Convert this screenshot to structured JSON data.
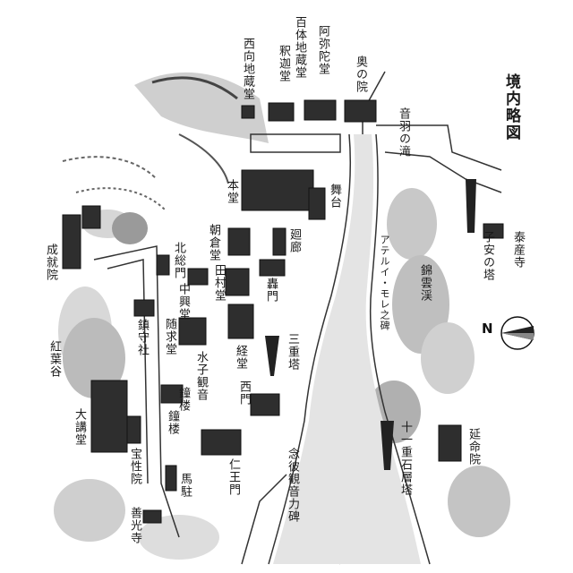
{
  "title": "境内略図",
  "compass": {
    "north_label": "N"
  },
  "labels": {
    "hyakutai_jizodo": "百体地蔵堂",
    "amidado": "阿弥陀堂",
    "shakado": "釈迦堂",
    "nishimuki_jizodo": "西向地蔵堂",
    "okunoin": "奥の院",
    "otowa_no_taki": "音羽の滝",
    "hondo": "本堂",
    "butai": "舞台",
    "asakurado": "朝倉堂",
    "tamurado": "田村堂",
    "kitasomon": "北総門",
    "chukodo": "中興堂",
    "zuiseido": "随求堂",
    "hodo": "鐘楼",
    "kairo": "廻廊",
    "todoroki_mon": "轟門",
    "sanjunoto": "三重塔",
    "kyodo": "経堂",
    "nishimon": "西門",
    "mizuko_kannon": "水子観音",
    "chinjusha": "鎮守社",
    "shoro": "鐘楼",
    "nio_mon": "仁王門",
    "uma_todome": "馬駐",
    "hoshoin": "宝性院",
    "zenkoji": "善光寺",
    "daikodo": "大講堂",
    "koyodani": "紅葉谷",
    "jojuin": "成就院",
    "aterui_more_hi": "アテルイ・モレ之碑",
    "kinunkei": "錦雲渓",
    "koyasu_no_to": "子安の塔",
    "taisanji": "泰産寺",
    "enmeiin": "延命院",
    "jusanju_sekito": "十一重石層塔",
    "nenpi_kannon_hi": "念彼観音力碑"
  },
  "colors": {
    "ink": "#1a1a1a",
    "wash": "#bdbdbd",
    "road": "#e9e9e9",
    "dark": "#3a3a3a"
  }
}
